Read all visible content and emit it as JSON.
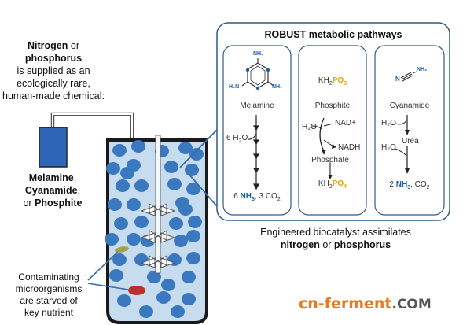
{
  "left_intro": {
    "l1_bold": "Nitrogen",
    "l1_rest": " or",
    "l2_bold": "phosphorus",
    "l3": "is supplied as an",
    "l4": "ecologically rare,",
    "l5": "human-made chemical:"
  },
  "chemicals": {
    "l1_bold": "Melamine",
    "l1_rest": ",",
    "l2_bold": "Cyanamide",
    "l2_rest": ",",
    "l3_pre": "or ",
    "l3_bold": "Phosphite"
  },
  "contaminants": {
    "l1": "Contaminating",
    "l2": "microorganisms",
    "l3": "are starved of",
    "l4": "key nutrient"
  },
  "pathways": {
    "title": "ROBUST metabolic pathways",
    "melamine": {
      "nh2_top": "NH₂",
      "nh2_left": "H₂N",
      "nh2_right": "NH₂",
      "name": "Melamine",
      "water_coef": "6 H",
      "water_tail": "O",
      "product_coef": "6 ",
      "product_nh3": "NH",
      "product_tail": ", 3 CO"
    },
    "phosphite": {
      "top_kh2": "KH",
      "top_po3": "PO",
      "name": "Phosphite",
      "water": "H₂O",
      "nad": "NAD+",
      "nadh": "NADH",
      "product_name": "Phosphate",
      "bottom_kh2": "KH",
      "bottom_po4": "PO"
    },
    "cyanamide": {
      "n_label": "N",
      "nh2": "NH₂",
      "name": "Cyanamide",
      "water1": "H₂O",
      "intermediate": "Urea",
      "water2": "H₂O",
      "product_coef": "2 ",
      "product_nh3": "NH",
      "product_tail": ", CO"
    }
  },
  "caption": {
    "l1": "Engineered biocatalyst assimilates",
    "l2_bold1": "nitrogen",
    "l2_mid": " or ",
    "l2_bold2": "phosphorus"
  },
  "watermark": {
    "text": "cn-ferment",
    "suffix": ".COM"
  },
  "colors": {
    "cell_blue": "#3a79c0",
    "medium_blue": "#c8dcf0",
    "reservoir_blue": "#2e65b6",
    "panel_border": "#2f5a8a",
    "nitrogen_blue": "#1f5fa8",
    "phosphorus_gold": "#e0a000",
    "contaminant_red": "#b8312f",
    "contaminant_olive": "#a6a04a",
    "watermark_orange": "#e8791c",
    "watermark_gray": "#555555"
  }
}
